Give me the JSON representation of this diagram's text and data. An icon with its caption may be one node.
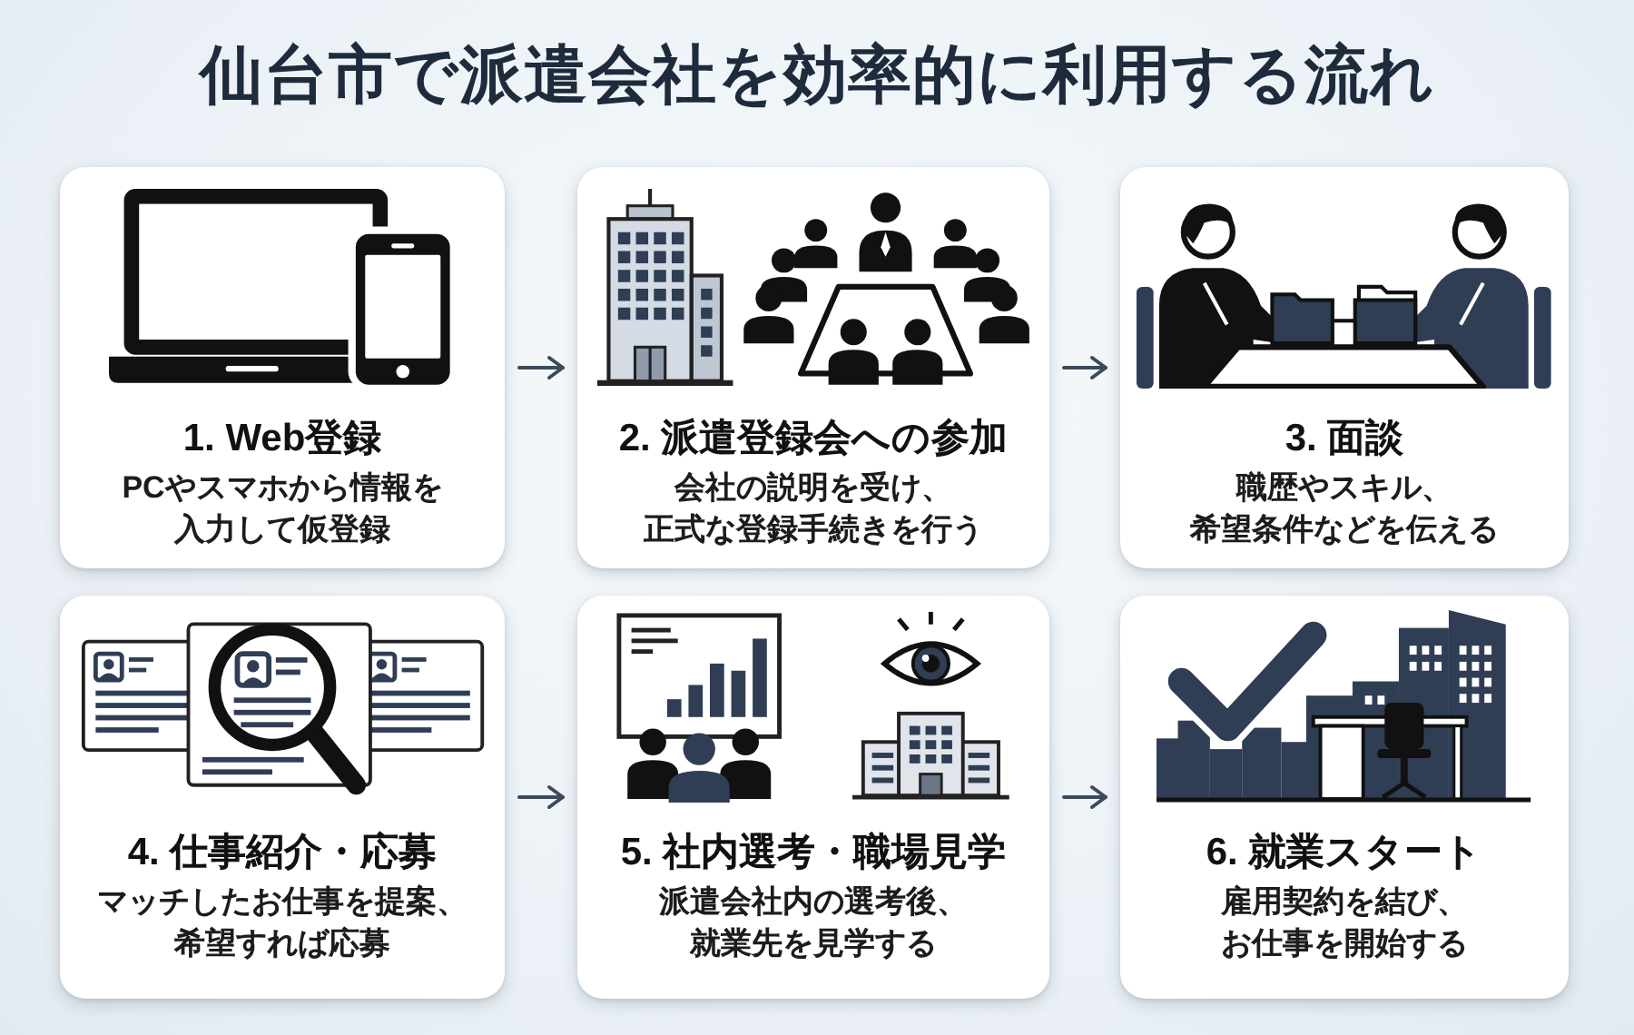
{
  "diagram": {
    "title": "仙台市で派遣会社を効率的に利用する流れ",
    "nodes": [
      {
        "text": [
          "1. Web登録",
          "PCやスマホから情報を入力して仮登録"
        ]
      },
      {
        "text": [
          "2. 派遣登録会への参加",
          "会社の説明を受け、正式な登録手続きを行う"
        ]
      },
      {
        "text": [
          "3. 面談",
          "職歴やスキル、希望条件などを伝える"
        ]
      },
      {
        "text": [
          "4. 仕事紹介・応募",
          "マッチしたお仕事を提案、希望すれば応募"
        ]
      },
      {
        "text": [
          "5. 社内選考・職場見学",
          "派遣会社内の選考後、就業先を見学する"
        ]
      },
      {
        "text": [
          "6. 就業スタート",
          "雇用契約を結び、お仕事を開始する"
        ]
      }
    ],
    "edges": [
      {
        "from": 0,
        "to": 1,
        "arrow": "to"
      },
      {
        "from": 1,
        "to": 2,
        "arrow": "to"
      },
      {
        "from": 3,
        "to": 4,
        "arrow": "to"
      },
      {
        "from": 4,
        "to": 5,
        "arrow": "to"
      }
    ]
  }
}
